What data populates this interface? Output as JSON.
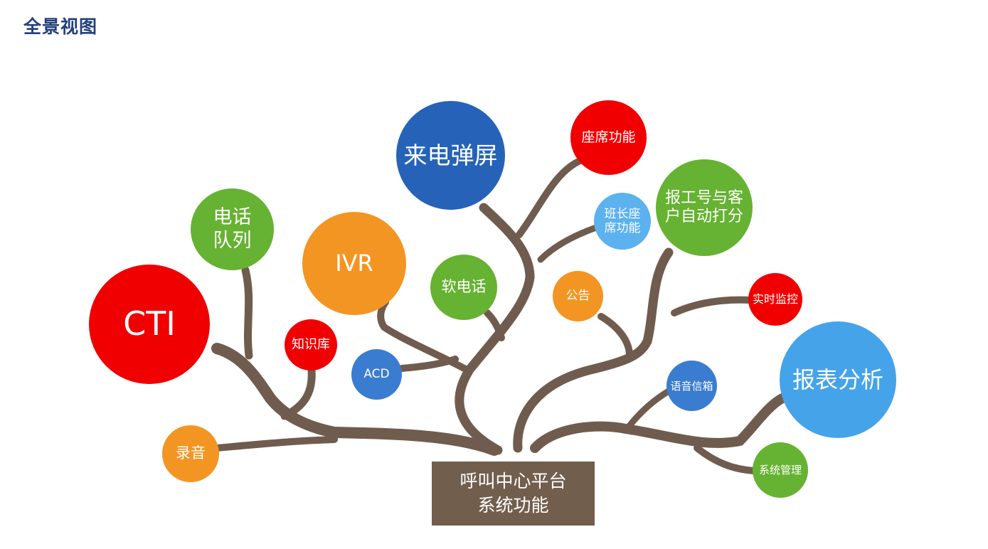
{
  "page": {
    "title": "全景视图"
  },
  "root": {
    "line1": "呼叫中心平台",
    "line2": "系统功能"
  },
  "nodes": {
    "cti": "CTI",
    "call_queue": "电话\n队列",
    "recording": "录音",
    "knowledge_base": "知识库",
    "ivr": "IVR",
    "acd": "ACD",
    "softphone": "软电话",
    "screen_pop": "来电弹屏",
    "agent_functions": "座席功能",
    "team_lead_functions": "班长座\n席功能",
    "announcement": "公告",
    "auto_rating": "报工号与客\n户自动打分",
    "realtime_monitoring": "实时监控",
    "voicemail": "语音信箱",
    "report_analysis": "报表分析",
    "system_management": "系统管理"
  },
  "colors": {
    "red": "#f00000",
    "green": "#66b232",
    "orange": "#f39523",
    "dark_blue": "#2663b8",
    "medium_blue": "#3a7cd0",
    "light_blue": "#5bb2ee",
    "sky_blue": "#45a3ea",
    "branch": "#705c4e",
    "title": "#23407a"
  }
}
